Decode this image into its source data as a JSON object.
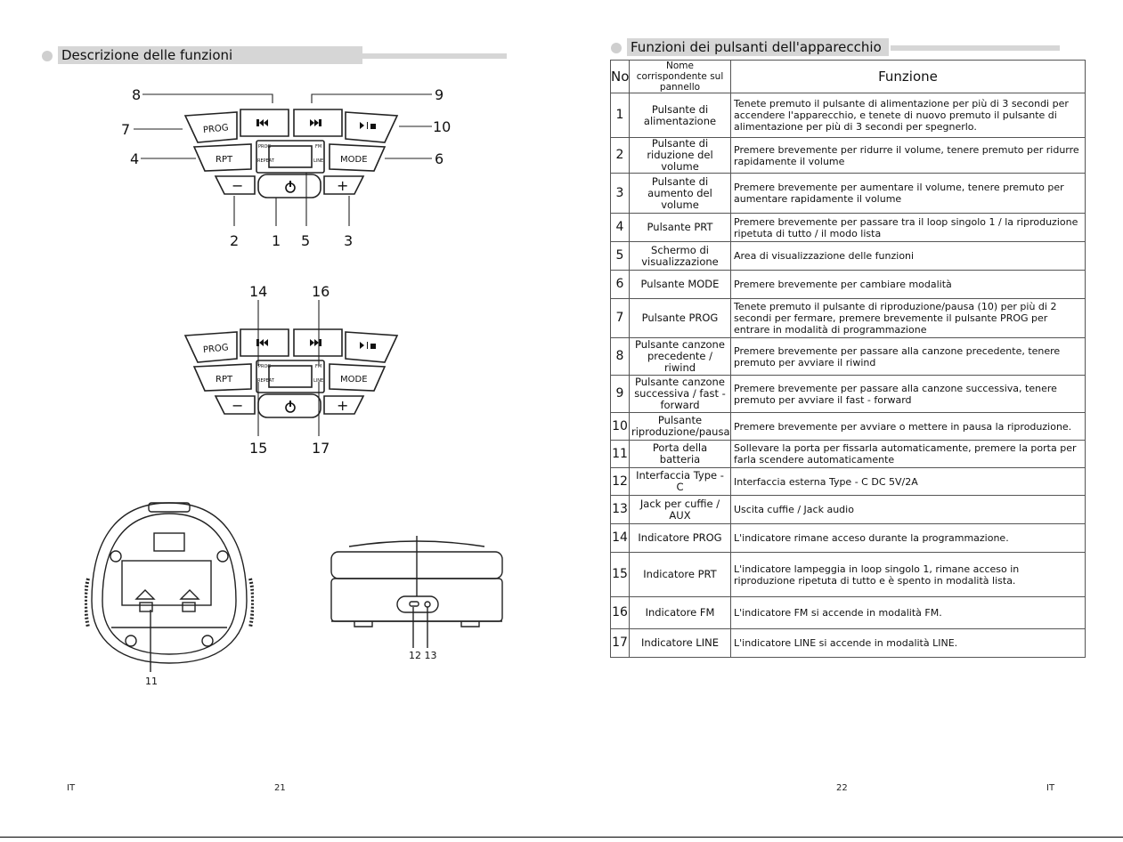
{
  "left_page": {
    "section_title": "Descrizione delle funzioni",
    "callouts_top": {
      "n8": "8",
      "n9": "9",
      "n7": "7",
      "n10": "10",
      "n4": "4",
      "n6": "6",
      "n2": "2",
      "n1": "1",
      "n5": "5",
      "n3": "3"
    },
    "callouts_mid": {
      "n14": "14",
      "n16": "16",
      "n15": "15",
      "n17": "17"
    },
    "callouts_bottom": {
      "n11": "11",
      "n12_13": "12 13"
    },
    "buttons": {
      "prog": "PROG",
      "rpt": "RPT",
      "mode": "MODE",
      "minus": "−",
      "plus": "+"
    },
    "display_indicators": {
      "prog": "PROG",
      "repeat": "REPEAT",
      "fm": "FM",
      "line": "LINE"
    },
    "footer_lang": "IT",
    "footer_page": "21"
  },
  "right_page": {
    "section_title": "Funzioni dei pulsanti dell'apparecchio",
    "table_headers": {
      "no": "No",
      "name": "Nome corrispondente sul pannello",
      "function": "Funzione"
    },
    "rows": [
      {
        "no": "1",
        "name": "Pulsante di alimentazione",
        "function": "Tenete premuto il pulsante di alimentazione per più di 3 secondi per accendere l'apparecchio, e tenete di nuovo premuto il pulsante di alimentazione per più di 3 secondi per spegnerlo."
      },
      {
        "no": "2",
        "name": "Pulsante di riduzione del volume",
        "function": "Premere brevemente per ridurre il volume, tenere premuto per ridurre rapidamente il volume"
      },
      {
        "no": "3",
        "name": "Pulsante di aumento del volume",
        "function": "Premere brevemente per aumentare il volume, tenere premuto per aumentare rapidamente il volume"
      },
      {
        "no": "4",
        "name": "Pulsante PRT",
        "function": "Premere brevemente per passare tra il loop singolo 1 / la riproduzione ripetuta di tutto / il modo lista"
      },
      {
        "no": "5",
        "name": "Schermo di visualizzazione",
        "function": "Area di visualizzazione delle funzioni"
      },
      {
        "no": "6",
        "name": "Pulsante MODE",
        "function": "Premere brevemente per cambiare modalità"
      },
      {
        "no": "7",
        "name": "Pulsante PROG",
        "function": "Tenete premuto il pulsante di riproduzione/pausa (10) per più di 2 secondi per fermare, premere brevemente il pulsante PROG per entrare in modalità di programmazione"
      },
      {
        "no": "8",
        "name": "Pulsante canzone precedente / riwind",
        "function": "Premere brevemente per passare alla canzone precedente, tenere premuto per avviare il riwind"
      },
      {
        "no": "9",
        "name": "Pulsante canzone successiva / fast - forward",
        "function": "Premere brevemente per passare alla canzone successiva, tenere premuto per avviare il fast - forward"
      },
      {
        "no": "10",
        "name": "Pulsante riproduzione/pausa",
        "function": "Premere brevemente per avviare o mettere in pausa la riproduzione."
      },
      {
        "no": "11",
        "name": "Porta della batteria",
        "function": "Sollevare la porta per fissarla automaticamente, premere la porta per farla scendere automaticamente"
      },
      {
        "no": "12",
        "name": "Interfaccia Type - C",
        "function": "Interfaccia esterna Type - C DC 5V/2A"
      },
      {
        "no": "13",
        "name": "Jack per cuffie / AUX",
        "function": "Uscita cuffie / Jack audio"
      },
      {
        "no": "14",
        "name": "Indicatore PROG",
        "function": "L'indicatore rimane acceso durante la programmazione."
      },
      {
        "no": "15",
        "name": "Indicatore PRT",
        "function": "L'indicatore lampeggia in loop singolo 1, rimane acceso in riproduzione ripetuta di tutto e è spento in modalità lista."
      },
      {
        "no": "16",
        "name": "Indicatore FM",
        "function": "L'indicatore FM si accende in modalità FM."
      },
      {
        "no": "17",
        "name": "Indicatore LINE",
        "function": "L'indicatore LINE si accende in modalità LINE."
      }
    ],
    "footer_page": "22",
    "footer_lang": "IT"
  }
}
